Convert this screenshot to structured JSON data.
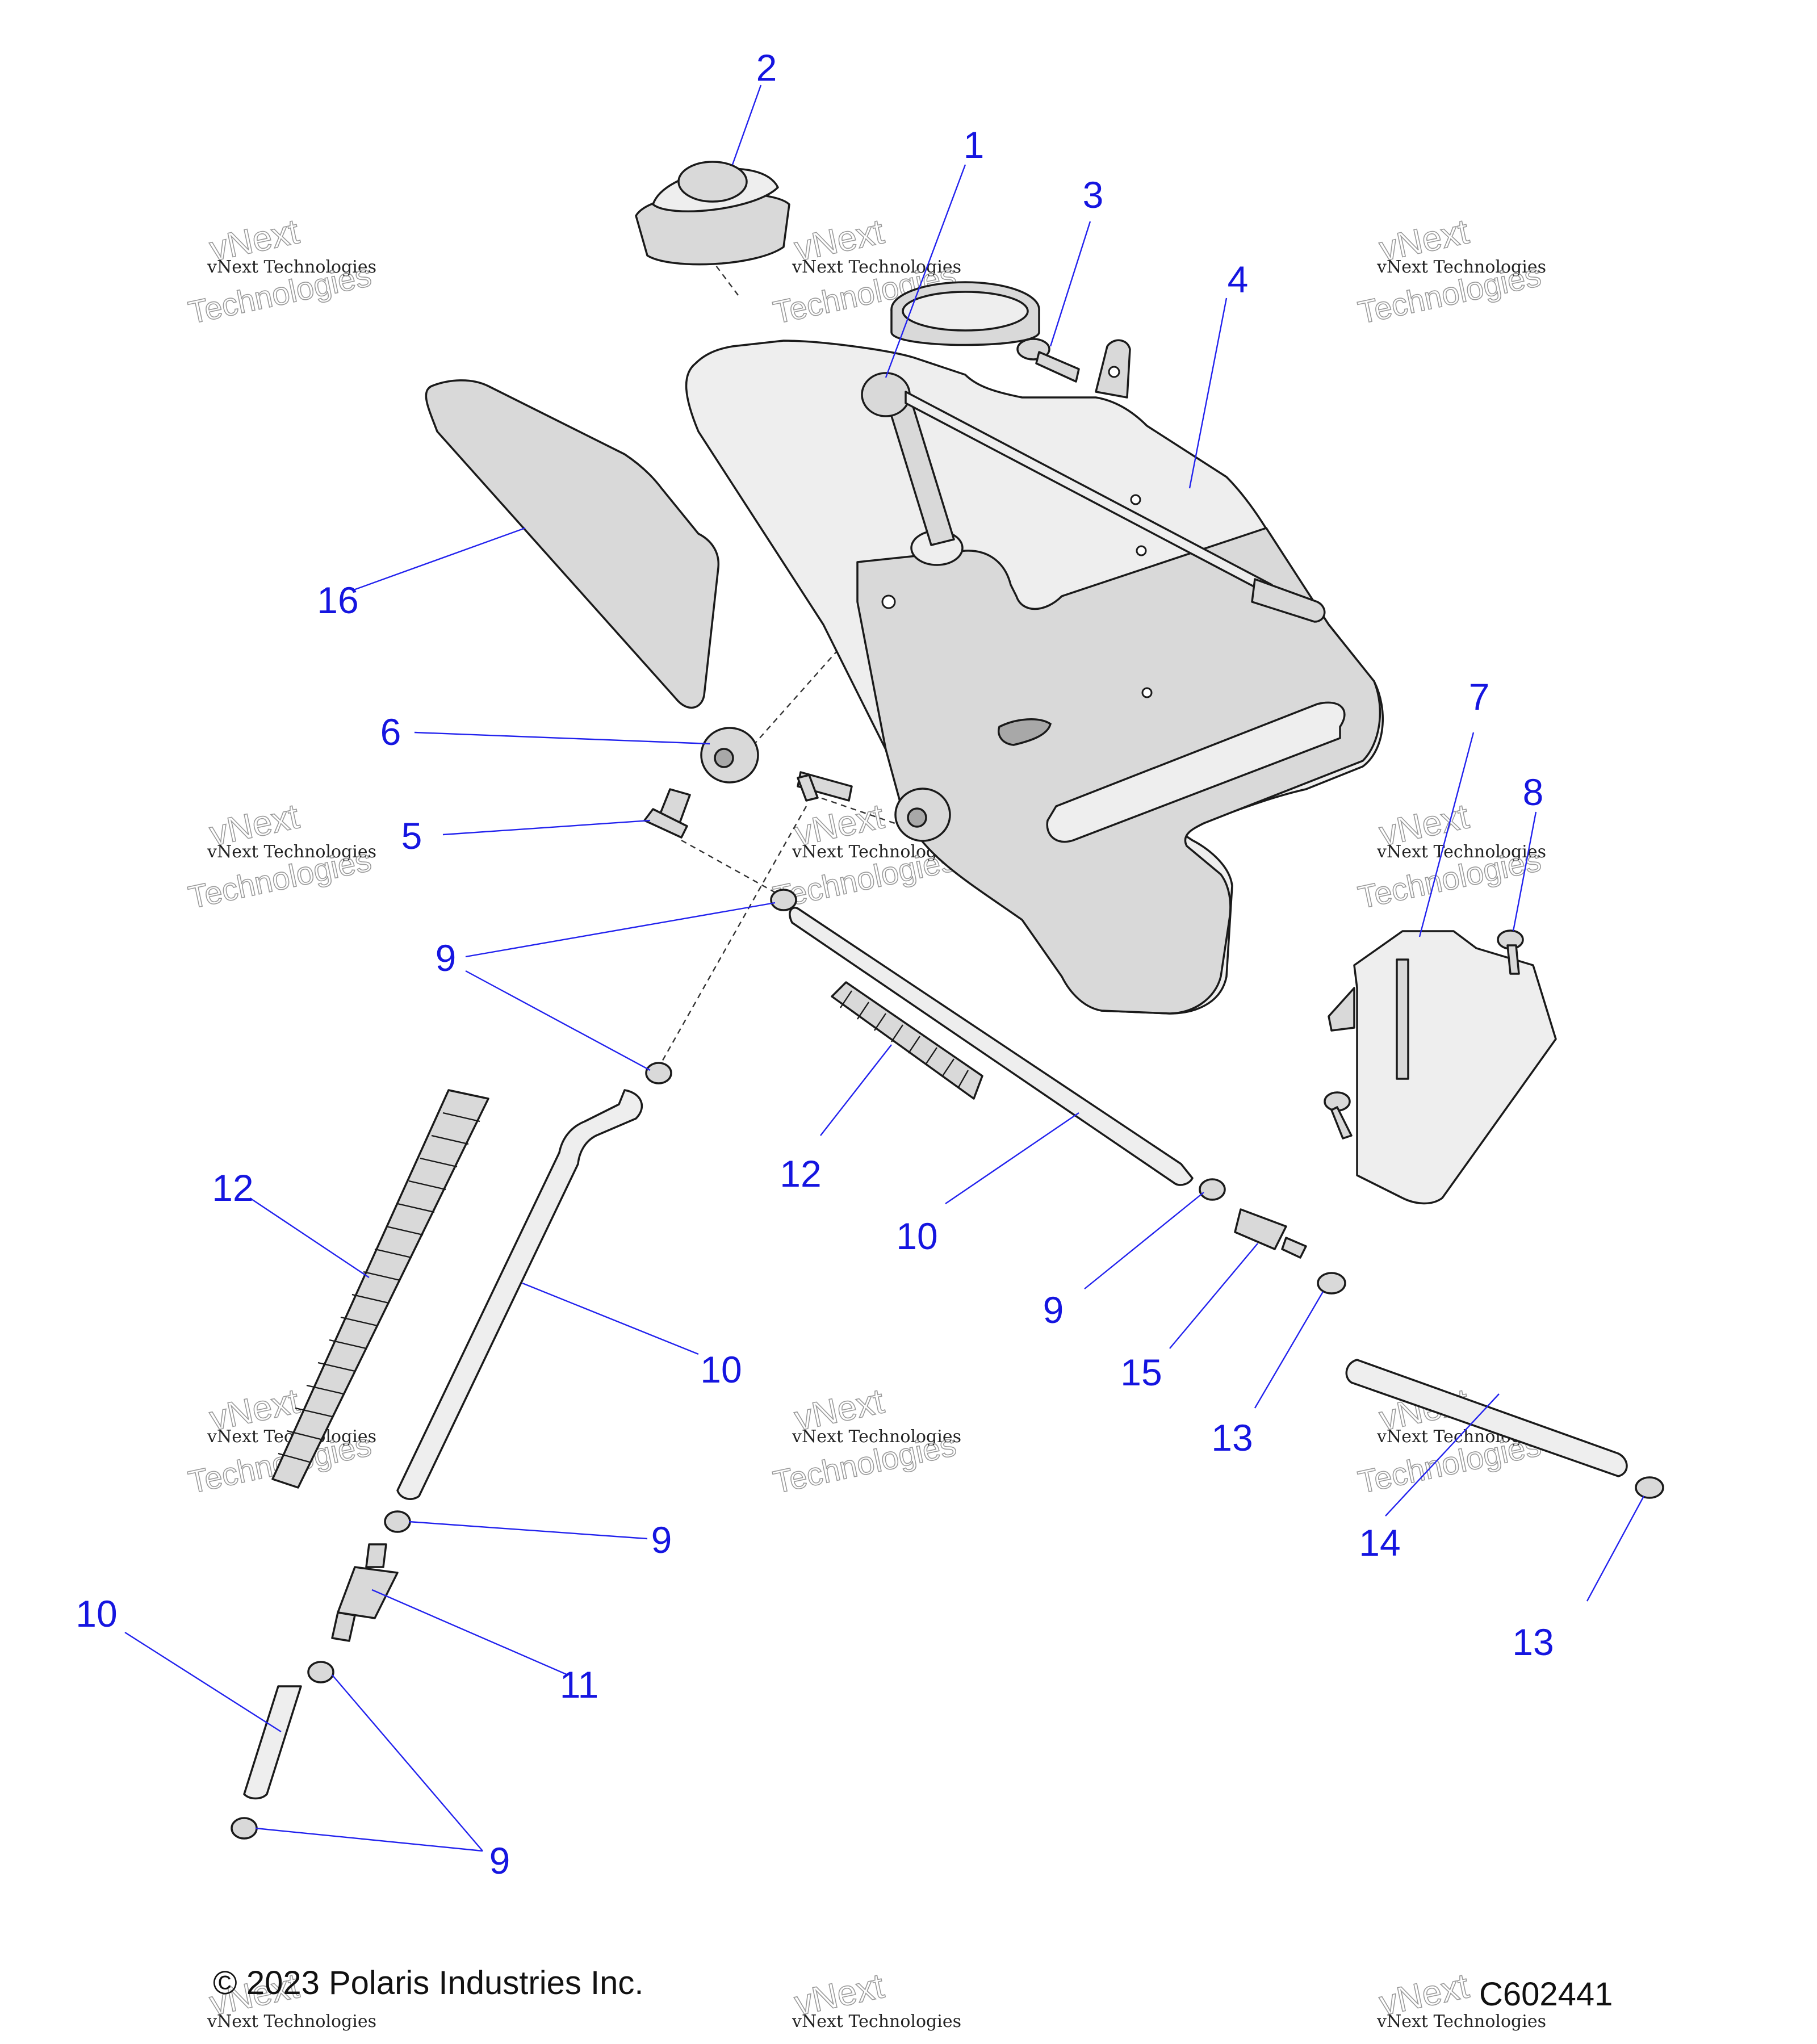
{
  "callouts": {
    "c1": "1",
    "c2": "2",
    "c3": "3",
    "c4": "4",
    "c5": "5",
    "c6": "6",
    "c7": "7",
    "c8": "8",
    "c9": "9",
    "c10": "10",
    "c11": "11",
    "c12": "12",
    "c13": "13",
    "c14": "14",
    "c15": "15",
    "c16": "16"
  },
  "footer": {
    "copyright": "© 2023 Polaris Industries Inc.",
    "diagram_code": "C602441"
  },
  "watermark": {
    "line1": "vNext Technologies",
    "line2": "vNext",
    "line3": "Technologies"
  },
  "colors": {
    "callout": "#1515e0",
    "part_fill": "#d9d9d9"
  }
}
